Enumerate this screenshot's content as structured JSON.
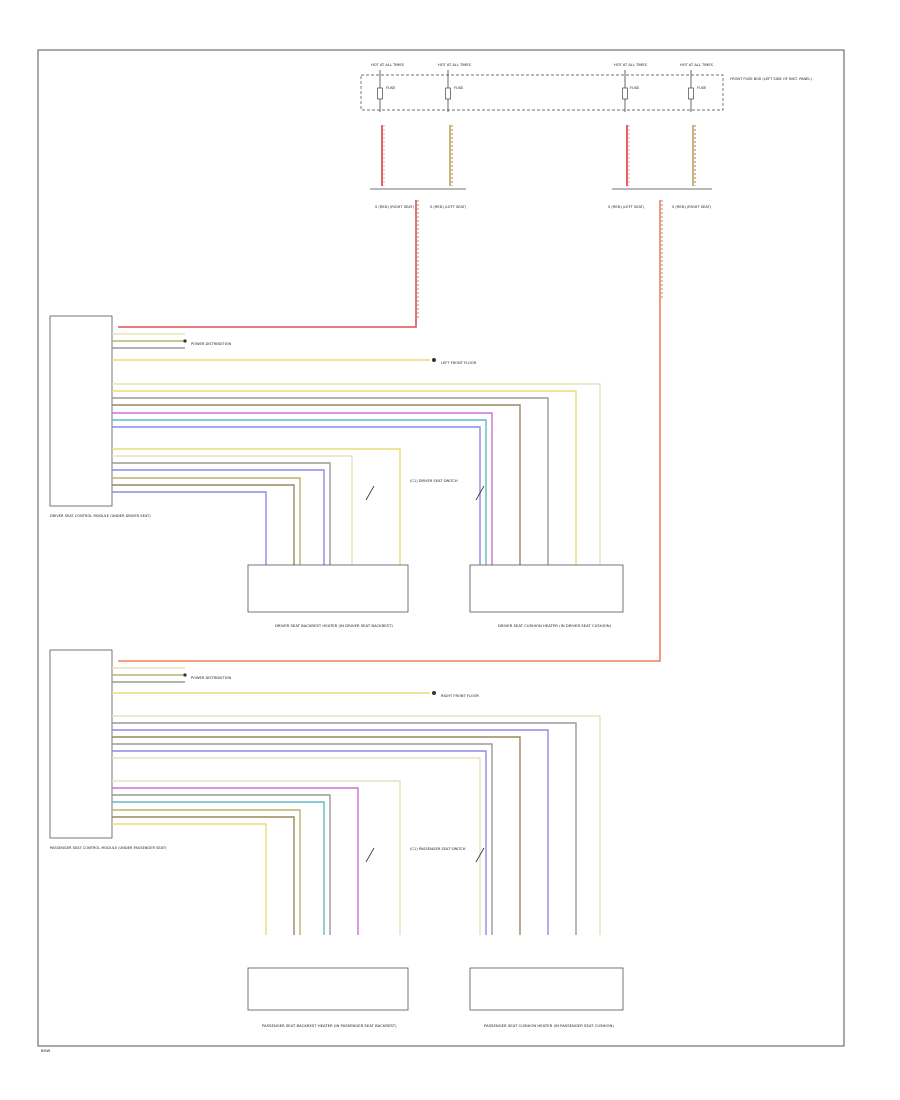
{
  "colors": {
    "red": "#e05050",
    "orange": "#f0805a",
    "pink": "#f0a0a0",
    "yellow": "#e9dc7a",
    "cream": "#e8e2b8",
    "brown": "#9a8760",
    "gray": "#9a9a9a",
    "olive": "#b9b36a",
    "magenta": "#d070d0",
    "blue": "#8a8ae8",
    "teal": "#60b8c8",
    "black": "#333333"
  },
  "labels": {
    "hot_at_1": "HOT AT ALL TIMES",
    "hot_at_2": "HOT AT ALL TIMES",
    "hot_at_3": "HOT AT ALL TIMES",
    "hot_at_4": "HOT AT ALL TIMES",
    "fuse_1": "FUSE",
    "fuse_2": "FUSE",
    "fuse_3": "FUSE",
    "fuse_4": "FUSE",
    "fuse_note": "FRONT FUSE BOX (LEFT SIDE OF INST. PANEL)",
    "splice_1": "S (RED) (RIGHT SEAT)",
    "splice_2": "S (RED) (LEFT SEAT)",
    "splice_3": "S (RED) (LEFT SEAT)",
    "splice_4": "S (RED) (RIGHT SEAT)",
    "driver_module": "DRIVER SEAT CONTROL MODULE (UNDER DRIVER SEAT)",
    "passenger_module": "PASSENGER SEAT CONTROL MODULE (UNDER PASSENGER SEAT)",
    "pwr_dist_1": "POWER DISTRIBUTION",
    "pwr_dist_2": "POWER DISTRIBUTION",
    "ground_1": "LEFT FRONT FLOOR",
    "ground_2": "RIGHT FRONT FLOOR",
    "seat_switch_1": "(C1) DRIVER SEAT SWITCH",
    "seat_switch_2": "(C1) PASSENGER SEAT SWITCH",
    "drv_backrest_heater": "DRIVER SEAT BACKREST HEATER (IN DRIVER SEAT BACKREST)",
    "drv_cushion_heater": "DRIVER SEAT CUSHION HEATER (IN DRIVER SEAT CUSHION)",
    "pas_backrest_heater": "PASSENGER SEAT BACKREST HEATER (IN PASSENGER SEAT BACKREST)",
    "pas_cushion_heater": "PASSENGER SEAT CUSHION HEATER (IN PASSENGER SEAT CUSHION)",
    "corner_code": "BMW"
  }
}
